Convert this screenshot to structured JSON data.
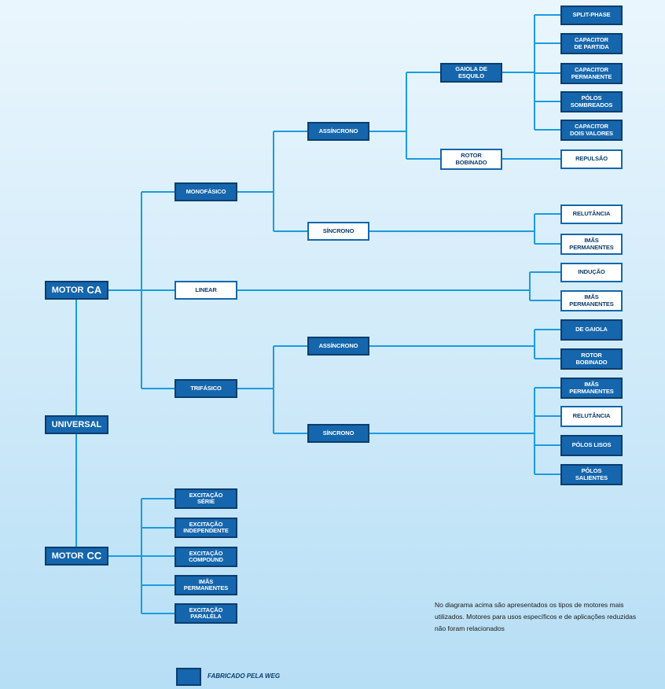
{
  "colors": {
    "weg_fill": "#1566ad",
    "weg_border": "#0b3d6e",
    "other_fill": "#ffffff",
    "line": "#1c9be0"
  },
  "roots": {
    "motor_ca": {
      "prefix": "MOTOR",
      "suffix": "CA"
    },
    "universal": "UNIVERSAL",
    "motor_cc": {
      "prefix": "MOTOR",
      "suffix": "CC"
    }
  },
  "ca": {
    "monofasico": "MONOFÁSICO",
    "linear": "LINEAR",
    "trifasico": "TRIFÁSICO",
    "mono_assincrono": "ASSÍNCRONO",
    "mono_sincrono": "SÍNCRONO",
    "gaiola_esquilo": "GAIOLA DE\nESQUILO",
    "rotor_bobinado_mono": "ROTOR\nBOBINADO",
    "split_phase": "SPLIT-PHASE",
    "capacitor_partida": "CAPACITOR\nDE PARTIDA",
    "capacitor_permanente": "CAPACITOR\nPERMANENTE",
    "polos_sombreados": "PÓLOS\nSOMBREADOS",
    "capacitor_dois_valores": "CAPACITOR\nDOIS VALORES",
    "repulsao": "REPULSÃO",
    "mono_relutancia": "RELUTÂNCIA",
    "mono_imas": "IMÃS\nPERMANENTES",
    "inducao": "INDUÇÃO",
    "linear_imas": "IMÃS\nPERMANENTES",
    "tri_assincrono": "ASSÍNCRONO",
    "tri_sincrono": "SÍNCRONO",
    "de_gaiola": "DE GAIOLA",
    "tri_rotor_bobinado": "ROTOR\nBOBINADO",
    "tri_imas": "IMÃS\nPERMANENTES",
    "tri_relutancia": "RELUTÂNCIA",
    "polos_lisos": "PÓLOS LISOS",
    "polos_salientes": "PÓLOS\nSALIENTES"
  },
  "cc": {
    "excitacao_serie": "EXCITAÇÃO\nSÉRIE",
    "excitacao_independente": "EXCITAÇÃO\nINDEPENDENTE",
    "excitacao_compound": "EXCITAÇÃO\nCOMPOUND",
    "imas_permanentes": "IMÃS\nPERMANENTES",
    "excitacao_paralela": "EXCITAÇÃO\nPARALELA"
  },
  "note": "No diagrama acima são apresentados os tipos de motores mais utilizados. Motores para usos específicos e de aplicações reduzidas não foram relacionados",
  "legend": "FABRICADO PELA WEG"
}
